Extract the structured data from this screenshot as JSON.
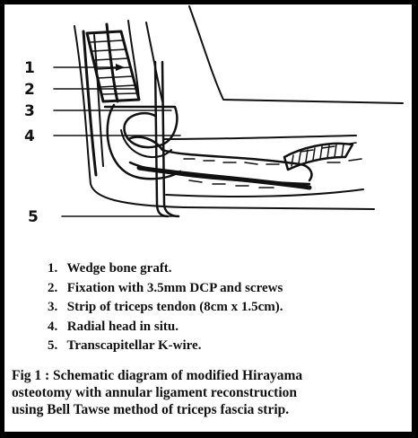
{
  "diagram": {
    "callouts": [
      "1",
      "2",
      "3",
      "4",
      "5"
    ]
  },
  "legend": {
    "items": [
      {
        "number": "1.",
        "text": "Wedge bone graft."
      },
      {
        "number": "2.",
        "text": "Fixation with 3.5mm DCP and screws"
      },
      {
        "number": "3.",
        "text": "Strip of triceps tendon (8cm x 1.5cm)."
      },
      {
        "number": "4.",
        "text": "Radial head in situ."
      },
      {
        "number": "5.",
        "text": "Transcapitellar K-wire."
      }
    ]
  },
  "caption": {
    "lines": [
      "Fig 1 : Schematic diagram of modified Hirayama",
      "osteotomy with annular ligament reconstruction",
      "using Bell Tawse method of triceps fascia strip."
    ]
  }
}
